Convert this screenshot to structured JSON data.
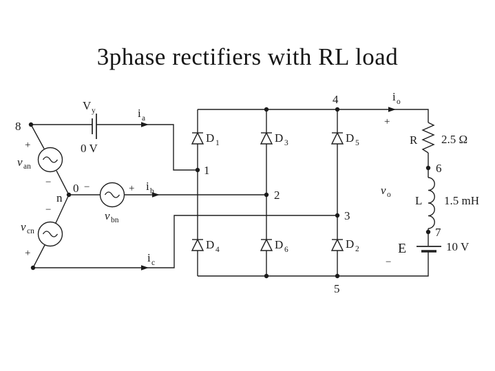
{
  "title": "3phase rectifiers with RL load",
  "circuit": {
    "nodes": {
      "n0": "0",
      "n1": "1",
      "n2": "2",
      "n3": "3",
      "n4": "4",
      "n5": "5",
      "n6": "6",
      "n7": "7",
      "n8": "8",
      "neutral": "n"
    },
    "signs": {
      "plus": "+",
      "minus": "−"
    },
    "sources": {
      "van": {
        "sym": "v",
        "sub": "an"
      },
      "vbn": {
        "sym": "v",
        "sub": "bn"
      },
      "vcn": {
        "sym": "v",
        "sub": "cn"
      },
      "vy": {
        "sym": "V",
        "sub": "y",
        "value": "0 V"
      },
      "battery": {
        "sym": "E",
        "value": "10 V"
      }
    },
    "currents": {
      "ia": {
        "sym": "i",
        "sub": "a"
      },
      "ib": {
        "sym": "i",
        "sub": "b"
      },
      "ic": {
        "sym": "i",
        "sub": "c"
      },
      "io": {
        "sym": "i",
        "sub": "o"
      }
    },
    "diodes": [
      {
        "sym": "D",
        "sub": "1"
      },
      {
        "sym": "D",
        "sub": "3"
      },
      {
        "sym": "D",
        "sub": "5"
      },
      {
        "sym": "D",
        "sub": "4"
      },
      {
        "sym": "D",
        "sub": "6"
      },
      {
        "sym": "D",
        "sub": "2"
      }
    ],
    "load": {
      "resistor": {
        "sym": "R",
        "value": "2.5 Ω"
      },
      "inductor": {
        "sym": "L",
        "value": "1.5 mH"
      },
      "output_voltage": {
        "sym": "v",
        "sub": "o"
      }
    }
  }
}
